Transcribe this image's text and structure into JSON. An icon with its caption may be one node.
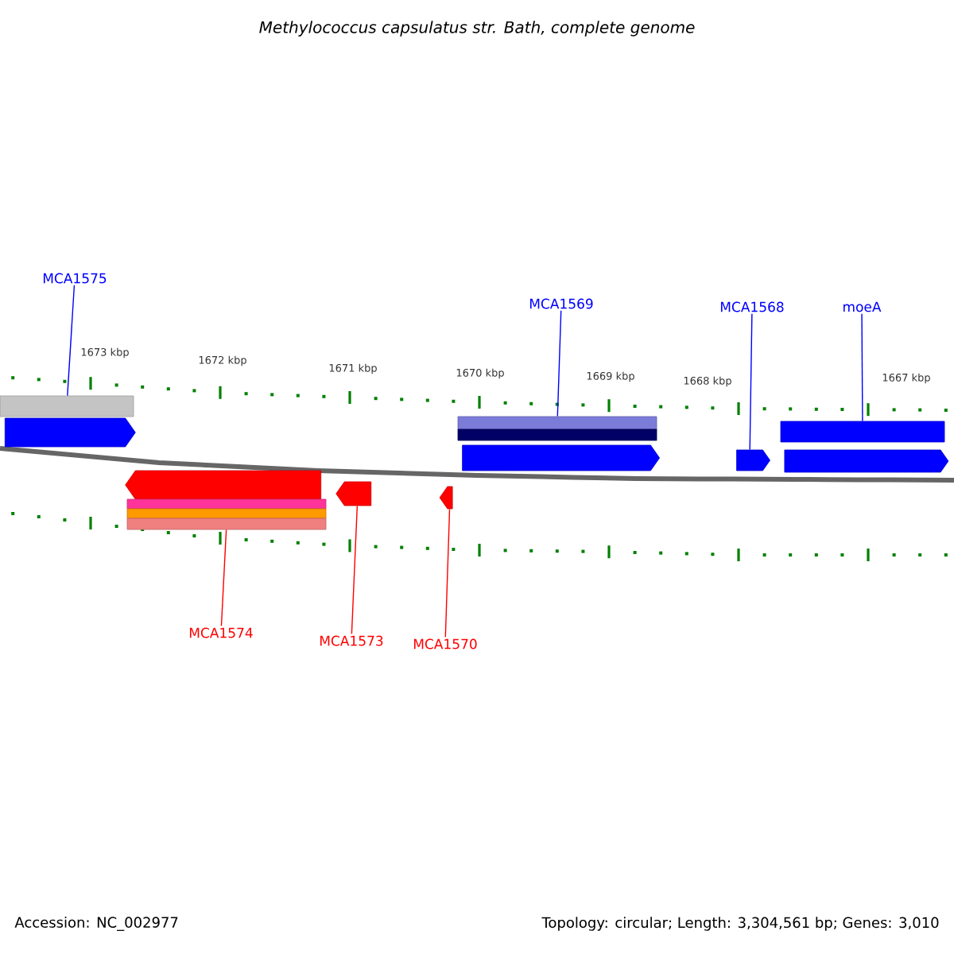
{
  "diagram": {
    "title": "Methylococcus capsulatus str. Bath, complete genome",
    "nodes": [
      {
        "text": [
          "MCA1575"
        ]
      },
      {
        "text": [
          "MCA1569"
        ]
      },
      {
        "text": [
          "MCA1568"
        ]
      },
      {
        "text": [
          "moeA"
        ]
      },
      {
        "text": [],
        "shape": "bar"
      },
      {
        "text": [],
        "shape": "arrow"
      },
      {
        "text": [],
        "shape": "bar"
      },
      {
        "text": [],
        "shape": "bar"
      },
      {
        "text": [],
        "shape": "arrow"
      },
      {
        "text": [],
        "shape": "bar"
      },
      {
        "text": [],
        "shape": "arrow"
      },
      {
        "text": [],
        "shape": "arrow"
      },
      {
        "text": [],
        "shape": "arrow"
      },
      {
        "text": [],
        "shape": "bar"
      },
      {
        "text": [],
        "shape": "bar"
      },
      {
        "text": [],
        "shape": "bar"
      },
      {
        "text": [],
        "shape": "arrow"
      },
      {
        "text": [],
        "shape": "arrow"
      },
      {
        "text": [
          "MCA1574"
        ]
      },
      {
        "text": [
          "MCA1573"
        ]
      },
      {
        "text": [
          "MCA1570"
        ]
      }
    ],
    "edges": [
      {
        "from": 0,
        "to": 4,
        "arrow": "none"
      },
      {
        "from": 1,
        "to": 6,
        "arrow": "none"
      },
      {
        "from": 2,
        "to": 10,
        "arrow": "none"
      },
      {
        "from": 3,
        "to": 9,
        "arrow": "none"
      },
      {
        "from": 18,
        "to": 15,
        "arrow": "none",
        "color": "#ff0000"
      },
      {
        "from": 19,
        "to": 16,
        "arrow": "none",
        "color": "#ff0000"
      },
      {
        "from": 20,
        "to": 17,
        "arrow": "none",
        "color": "#ff0000"
      }
    ],
    "labels": [
      "1673 kbp",
      "1672 kbp",
      "1671 kbp",
      "1670 kbp",
      "1669 kbp",
      "1668 kbp",
      "1667 kbp",
      "Accession: NC_002977",
      "Topology: circular; Length: 3,304,561 bp; Genes: 3,010"
    ]
  }
}
